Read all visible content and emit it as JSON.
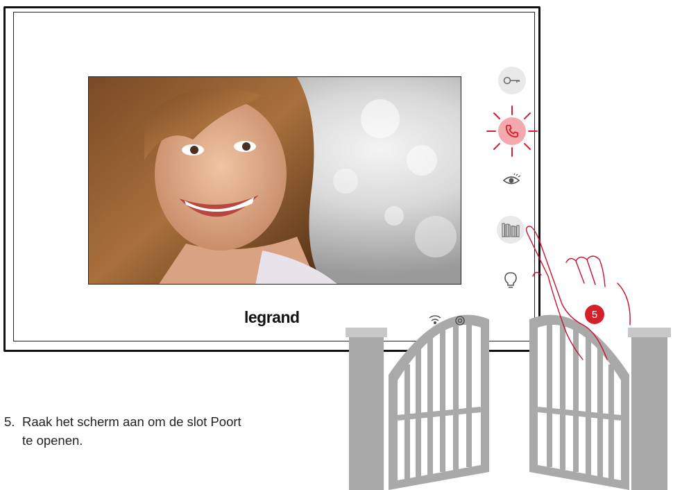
{
  "device": {
    "brand": "legrand",
    "buttons": [
      {
        "id": "key",
        "icon": "key-icon"
      },
      {
        "id": "answer",
        "icon": "phone-icon",
        "state": "flashing"
      },
      {
        "id": "watch",
        "icon": "eye-icon"
      },
      {
        "id": "gate",
        "icon": "gate-icon"
      },
      {
        "id": "light",
        "icon": "lightbulb-icon"
      }
    ],
    "status_icons": [
      "wifi-icon",
      "at-icon"
    ]
  },
  "step_badge": "5",
  "caption": {
    "number": "5.",
    "line1": "Raak het scherm aan om de slot Poort",
    "line2": "te openen."
  },
  "colors": {
    "accent": "#d5202a",
    "button_bg": "#e9e9e9",
    "gate_gray": "#a9a9a9"
  }
}
